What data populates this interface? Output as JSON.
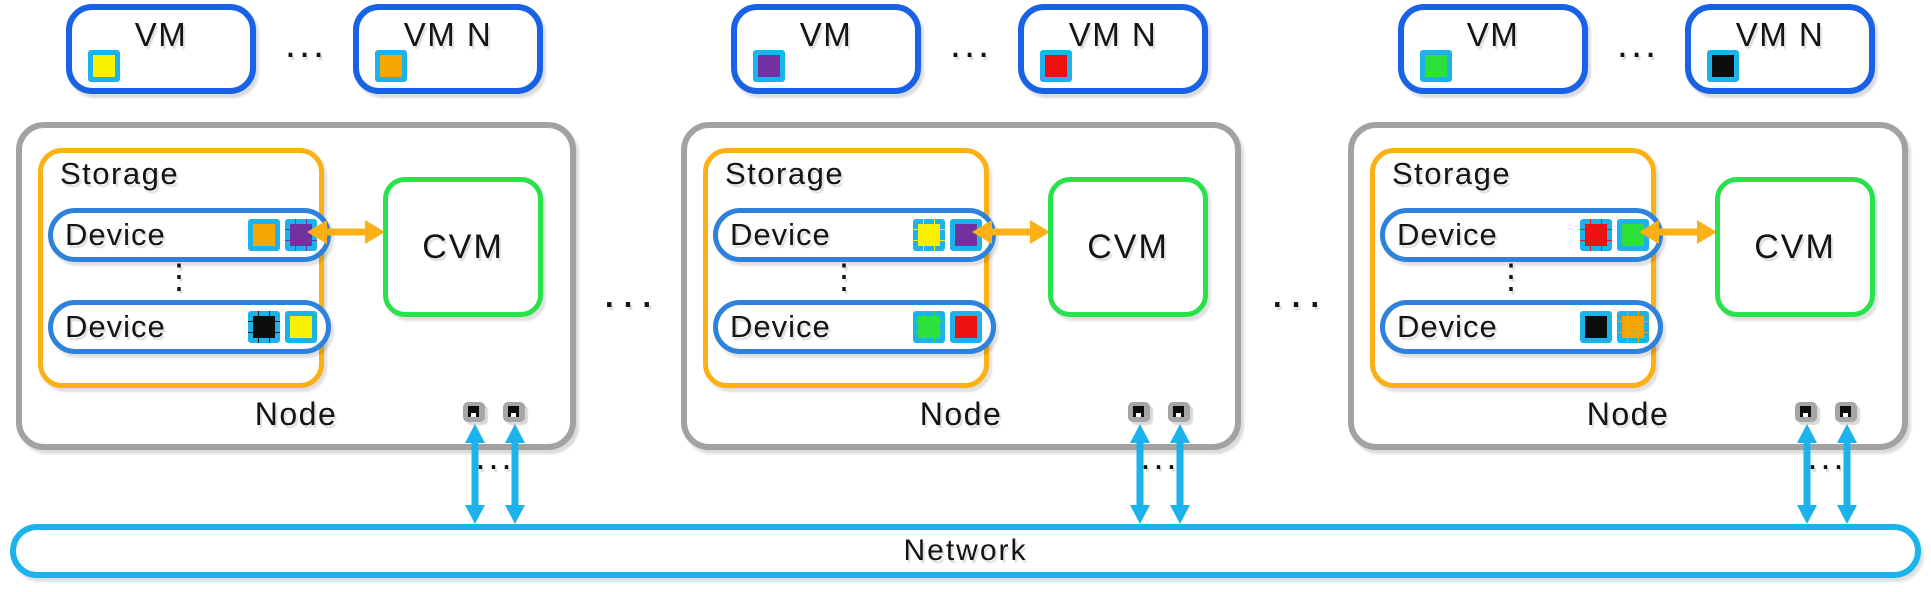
{
  "diagram": {
    "ellipsis": "...",
    "vertical_ellipsis": "⋮",
    "network_label": "Network"
  },
  "colors": {
    "vm_border_blue": "#1a62e5",
    "device_border_blue": "#2e82dc",
    "cyan_accent": "#1cb2ec",
    "storage_amber": "#fbb116",
    "cvm_green": "#28e24c",
    "node_gray": "#a2a2a2",
    "data_yellow": "#f8f200",
    "data_orange": "#f5a600",
    "data_purple": "#7131a1",
    "data_red": "#ee1111",
    "data_green": "#2ce23a",
    "data_black": "#0d0d0d"
  },
  "nodes": [
    {
      "node_label": "Node",
      "storage_label": "Storage",
      "cvm_label": "CVM",
      "vms": [
        {
          "label": "VM",
          "square": {
            "color": "#f8f200",
            "border": "solid"
          }
        },
        {
          "label": "VM N",
          "square": {
            "color": "#f5a600",
            "border": "solid"
          }
        }
      ],
      "devices": [
        {
          "label": "Device",
          "squares": [
            {
              "color": "#f5a600",
              "border": "solid"
            },
            {
              "color": "#7131a1",
              "border": "dashed"
            }
          ]
        },
        {
          "label": "Device",
          "squares": [
            {
              "color": "#0d0d0d",
              "border": "dashed"
            },
            {
              "color": "#f8f200",
              "border": "solid"
            }
          ]
        }
      ]
    },
    {
      "node_label": "Node",
      "storage_label": "Storage",
      "cvm_label": "CVM",
      "vms": [
        {
          "label": "VM",
          "square": {
            "color": "#7131a1",
            "border": "solid"
          }
        },
        {
          "label": "VM N",
          "square": {
            "color": "#ee1111",
            "border": "solid"
          }
        }
      ],
      "devices": [
        {
          "label": "Device",
          "squares": [
            {
              "color": "#f8f200",
              "border": "dashed"
            },
            {
              "color": "#7131a1",
              "border": "solid"
            }
          ]
        },
        {
          "label": "Device",
          "squares": [
            {
              "color": "#2ce23a",
              "border": "dashed"
            },
            {
              "color": "#ee1111",
              "border": "solid"
            }
          ]
        }
      ]
    },
    {
      "node_label": "Node",
      "storage_label": "Storage",
      "cvm_label": "CVM",
      "vms": [
        {
          "label": "VM",
          "square": {
            "color": "#2ce23a",
            "border": "solid"
          }
        },
        {
          "label": "VM N",
          "square": {
            "color": "#0d0d0d",
            "border": "solid"
          }
        }
      ],
      "devices": [
        {
          "label": "Device",
          "squares": [
            {
              "color": "#ee1111",
              "border": "dashed"
            },
            {
              "color": "#2ce23a",
              "border": "solid"
            }
          ]
        },
        {
          "label": "Device",
          "squares": [
            {
              "color": "#0d0d0d",
              "border": "solid"
            },
            {
              "color": "#f5a600",
              "border": "dashed"
            }
          ]
        }
      ]
    }
  ]
}
